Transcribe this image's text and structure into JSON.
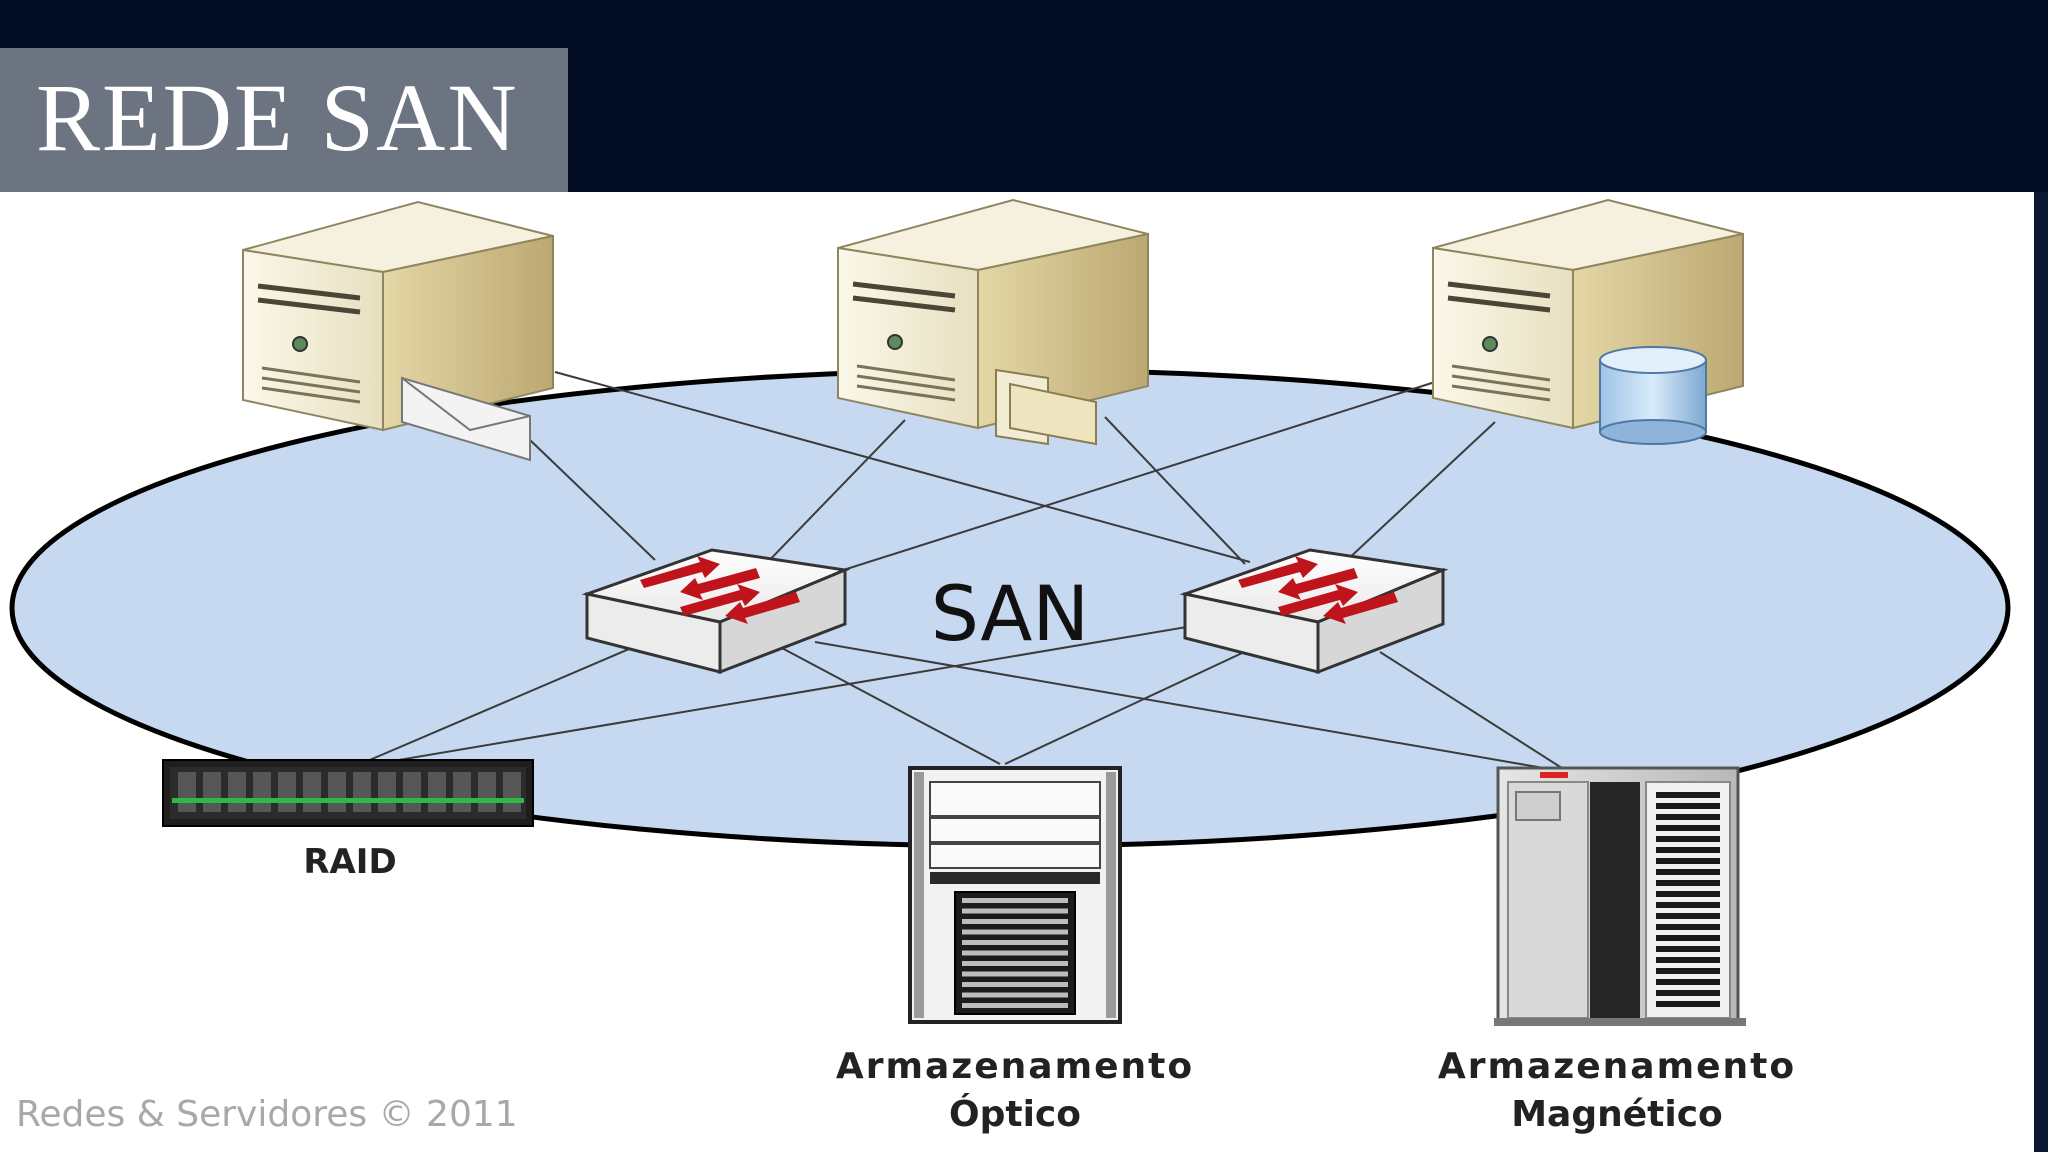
{
  "slide": {
    "title": "REDE SAN"
  },
  "diagram": {
    "center_label": "SAN",
    "storage": {
      "raid": "RAID",
      "optical_line1": "Armazenamento",
      "optical_line2": "Óptico",
      "magnetic_line1": "Armazenamento",
      "magnetic_line2": "Magnético"
    },
    "credit": "Redes & Servidores © 2011"
  },
  "colors": {
    "background_dark": "#020c23",
    "title_box": "#6c7482",
    "san_ellipse": "#c7d9f0",
    "switch_arrow": "#c0141c"
  }
}
